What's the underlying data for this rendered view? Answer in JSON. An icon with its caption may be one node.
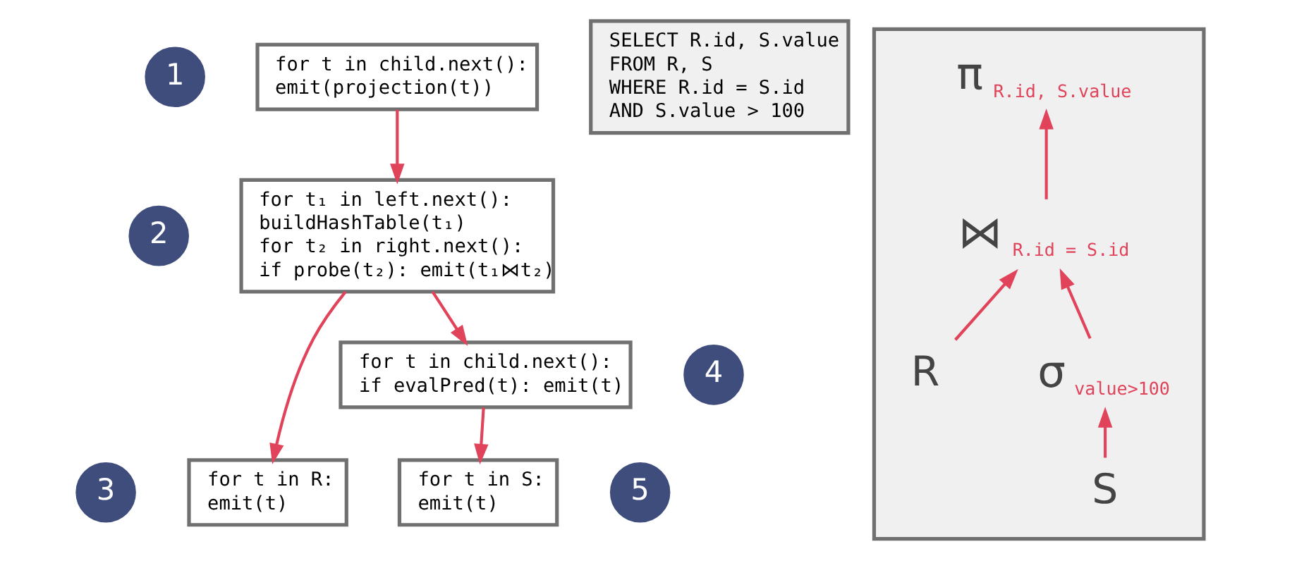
{
  "diagram": {
    "nodes": [
      {
        "text": [
          "1"
        ]
      },
      {
        "text": [
          "for t in child.next():",
          "emit(projection(t))"
        ]
      },
      {
        "text": [
          "2"
        ]
      },
      {
        "text": [
          "for t₁ in left.next():",
          "buildHashTable(t₁)",
          "for t₂ in right.next():",
          "if probe(t₂): emit(t₁⋈t₂)"
        ]
      },
      {
        "text": [
          "for t in child.next():",
          "if evalPred(t): emit(t)"
        ]
      },
      {
        "text": [
          "4"
        ]
      },
      {
        "text": [
          "3"
        ]
      },
      {
        "text": [
          "for t in R:",
          "emit(t)"
        ]
      },
      {
        "text": [
          "for t in S:",
          "emit(t)"
        ]
      },
      {
        "text": [
          "5"
        ]
      },
      {
        "text": [
          "SELECT R.id, S.value",
          "FROM R, S",
          "WHERE R.id = S.id",
          "AND S.value > 100"
        ]
      },
      {
        "text": [],
        "shape": "box"
      },
      {
        "text": [
          "π"
        ],
        "beside": [
          "R.id, S.value"
        ],
        "in": 11
      },
      {
        "text": [
          "⋈"
        ],
        "beside": [
          "R.id = S.id"
        ],
        "in": 11
      },
      {
        "text": [
          "σ"
        ],
        "beside": [
          "value>100"
        ],
        "in": 11
      },
      {
        "text": [
          "R"
        ],
        "in": 11
      },
      {
        "text": [
          "S"
        ],
        "in": 11
      }
    ],
    "edges": [
      {
        "from": 1,
        "to": 3,
        "arrow": "to"
      },
      {
        "from": 3,
        "to": 7,
        "arrow": "to"
      },
      {
        "from": 3,
        "to": 4,
        "arrow": "to"
      },
      {
        "from": 4,
        "to": 8,
        "arrow": "to"
      },
      {
        "from": 13,
        "to": 12,
        "arrow": "to"
      },
      {
        "from": 15,
        "to": 13,
        "arrow": "to"
      },
      {
        "from": 14,
        "to": 13,
        "arrow": "to"
      },
      {
        "from": 16,
        "to": 14,
        "arrow": "to"
      }
    ]
  }
}
